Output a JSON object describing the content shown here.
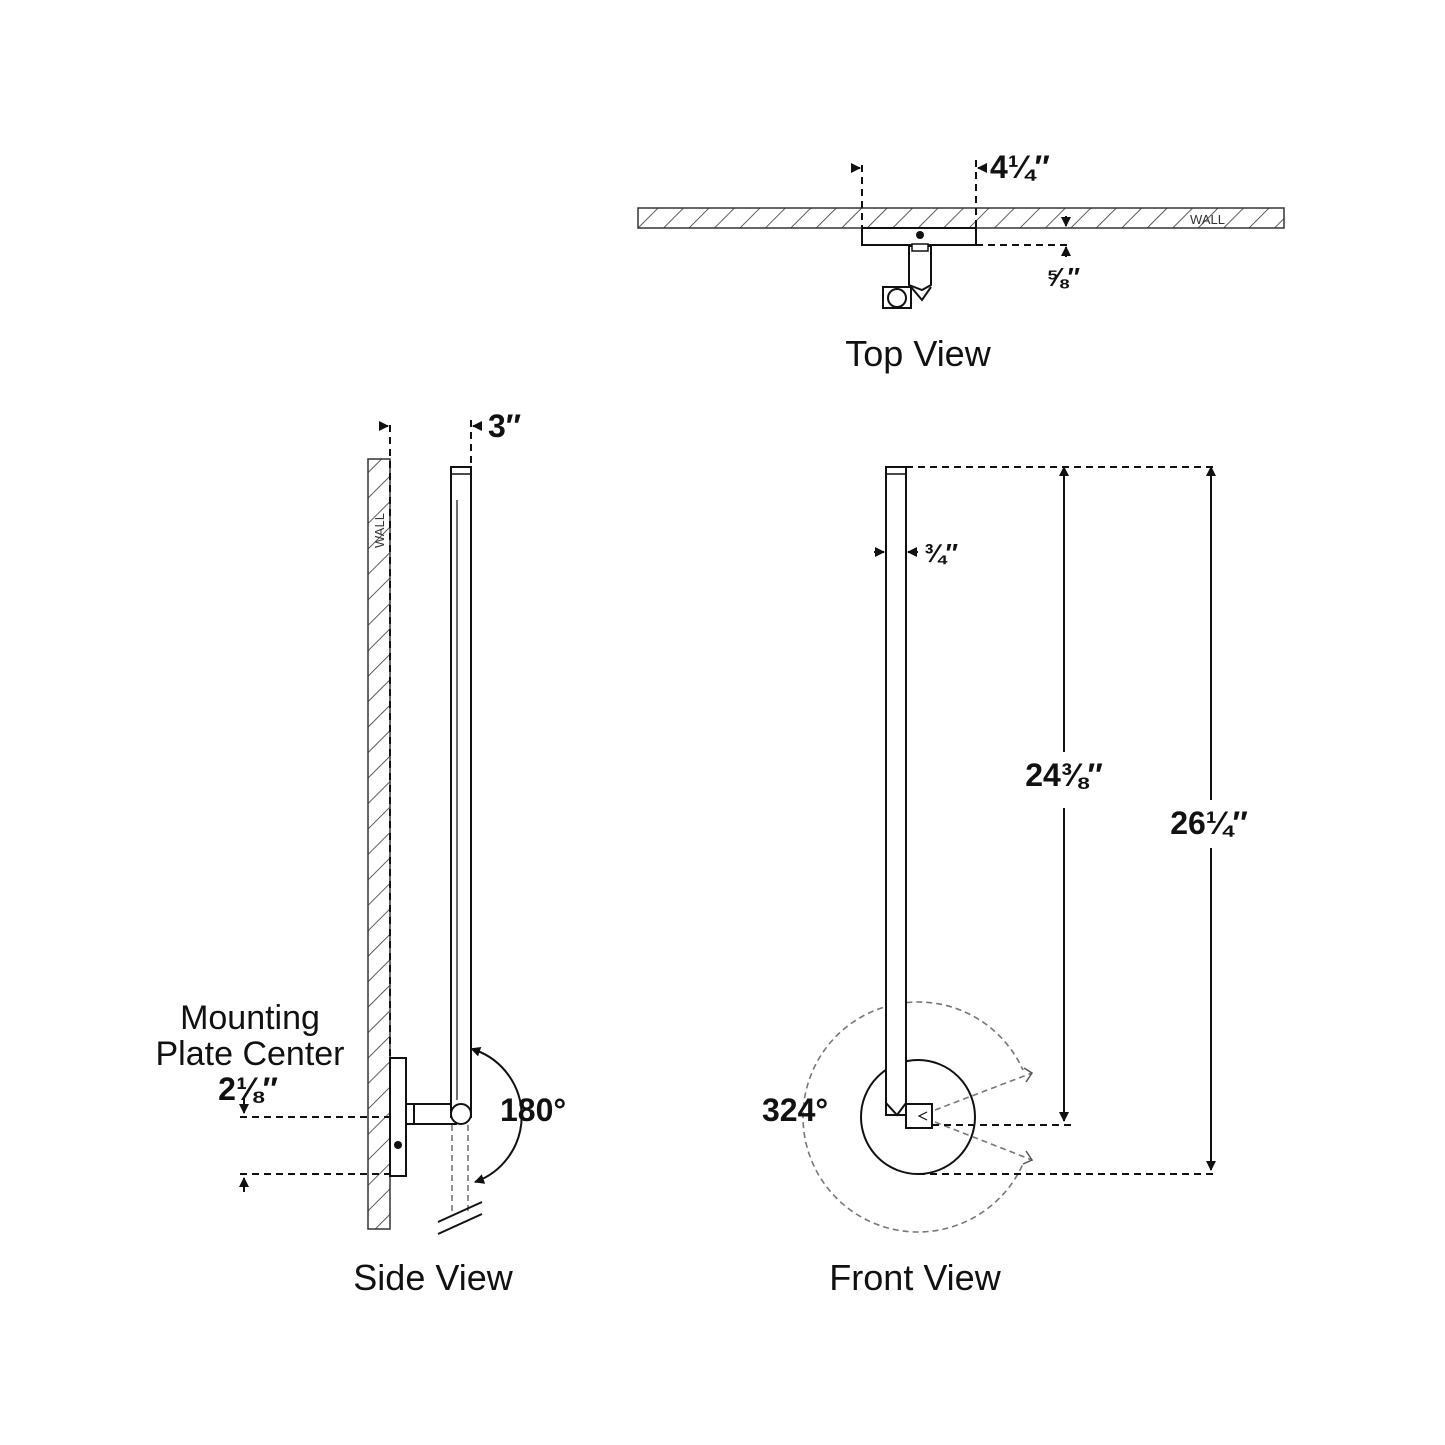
{
  "views": {
    "top": "Top View",
    "side": "Side View",
    "front": "Front View"
  },
  "wall_label": "WALL",
  "dimensions": {
    "top_width": "4¼″",
    "top_depth": "⅝″",
    "side_depth": "3″",
    "front_width": "¾″",
    "front_inner_height": "24⅜″",
    "front_overall_height": "26¼″",
    "mount_offset": "2⅛″",
    "side_rotation": "180°",
    "front_rotation": "324°"
  },
  "mounting": {
    "line1": "Mounting",
    "line2": "Plate Center"
  }
}
